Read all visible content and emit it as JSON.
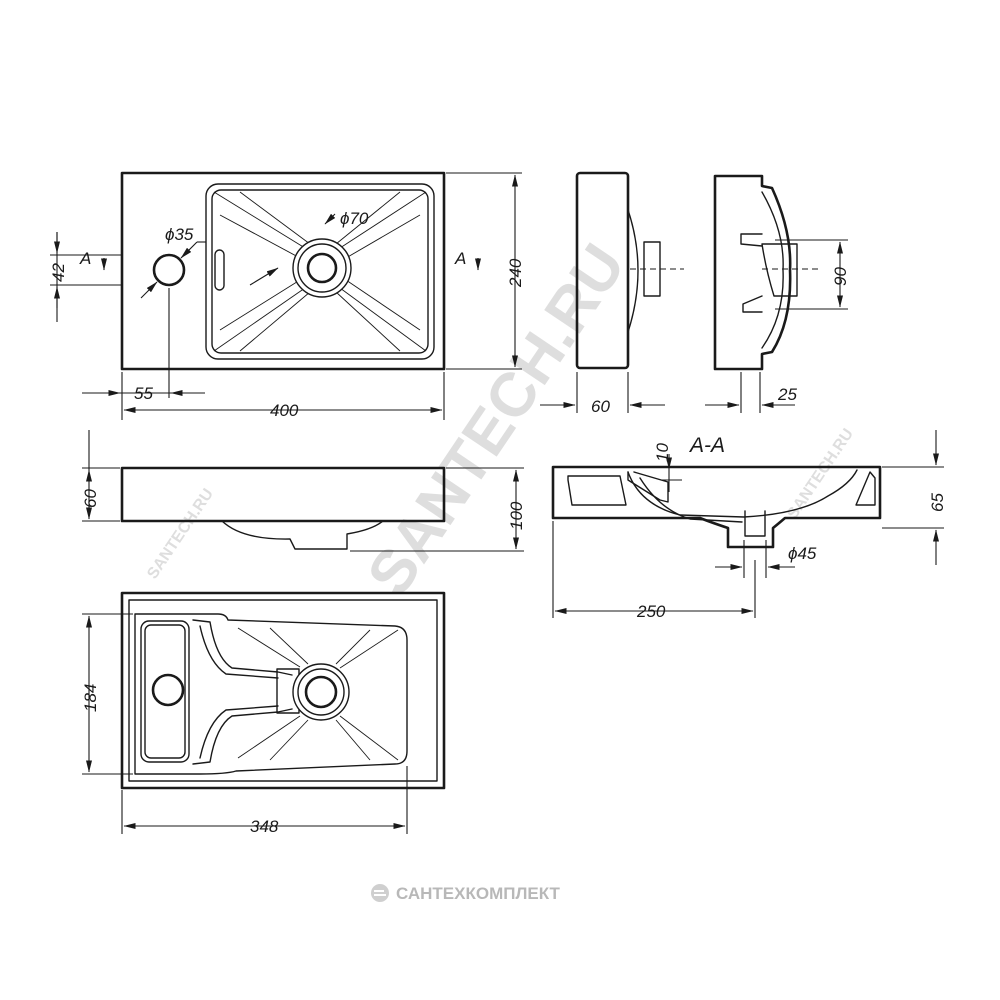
{
  "dimensions": {
    "width_top": "400",
    "hole_offset": "55",
    "hole_diameter": "ϕ35",
    "drain_diameter": "ϕ70",
    "hole_height": "42",
    "depth": "240",
    "side_width": "60",
    "side_height": "90",
    "side_offset": "25",
    "front_height": "60",
    "front_total_height": "100",
    "section_rim": "10",
    "section_height": "65",
    "section_drain_diameter": "ϕ45",
    "section_offset": "250",
    "bowl_depth": "184",
    "bowl_width": "348"
  },
  "labels": {
    "section_marker_left": "A",
    "section_marker_right": "A",
    "section_title": "A-A"
  },
  "watermarks": {
    "main": "SANTECH.RU",
    "small_1": "SANTECH.RU",
    "small_2": "SANTECH.RU",
    "footer": "САНТЕХКОМПЛЕКТ"
  },
  "colors": {
    "line": "#1a1a1a",
    "watermark": "#b8b8b8"
  }
}
